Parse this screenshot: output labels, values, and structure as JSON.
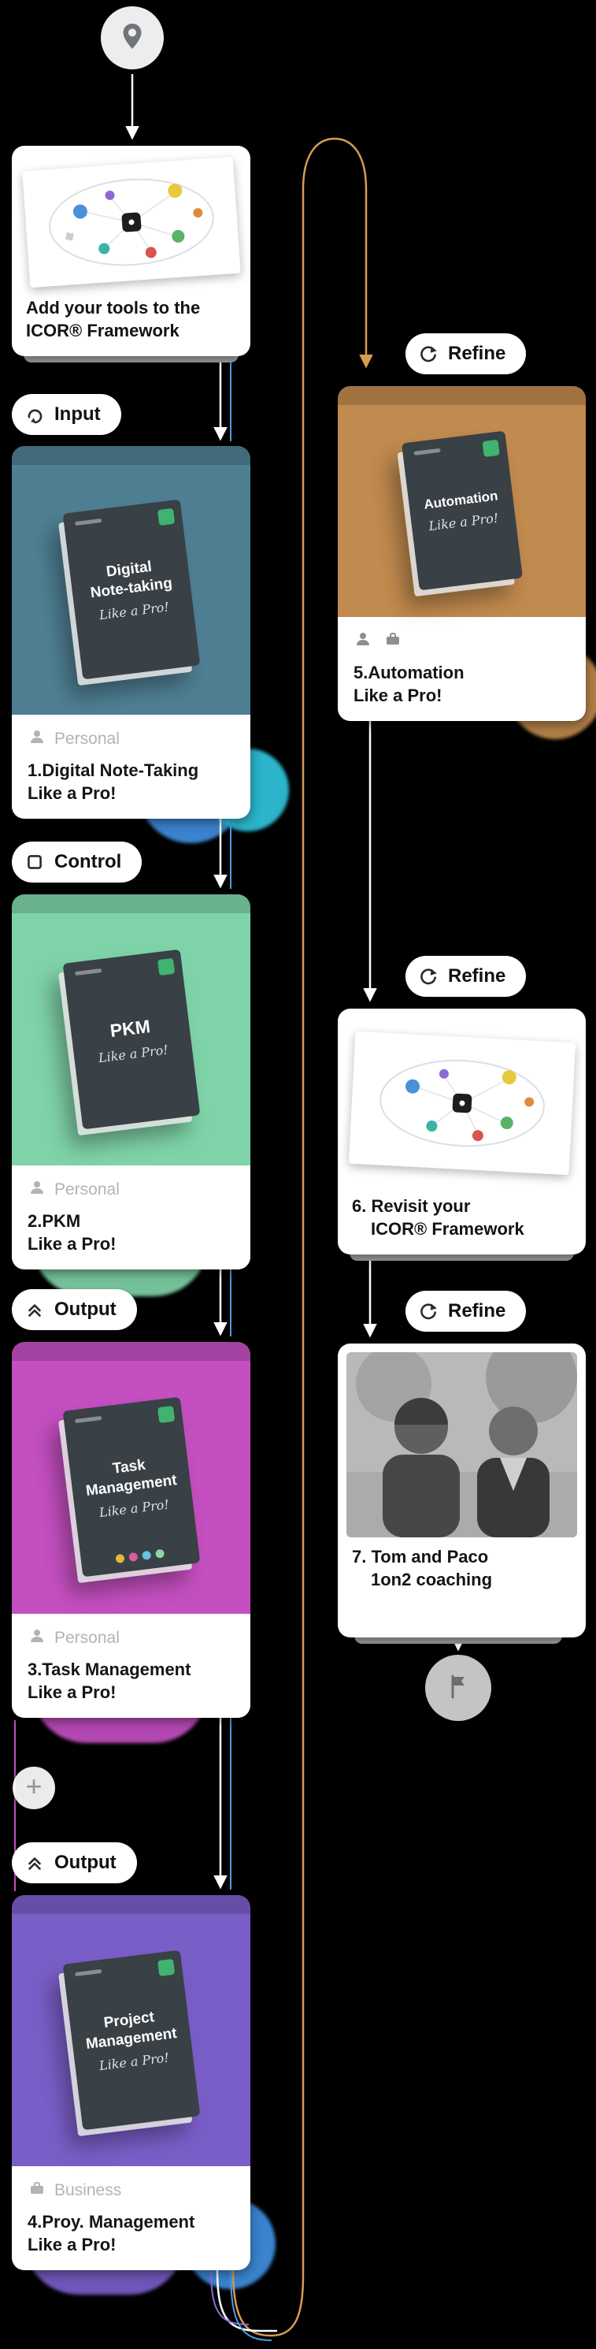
{
  "colors": {
    "background": "#000000",
    "flow_line": "#ffffff",
    "refine_loop_line": "#d99b52",
    "course1_accent": "#4e7f93",
    "course2_accent": "#7fd3a8",
    "course3_accent": "#c44fc0",
    "course4_accent": "#7a5ec8",
    "course5_accent": "#c18a4e"
  },
  "nodes": {
    "start": "location-pin",
    "end": "flag",
    "add": "plus"
  },
  "badges": {
    "input": {
      "label": "Input",
      "icon": "input-curved-arrow-icon"
    },
    "control": {
      "label": "Control",
      "icon": "control-square-icon"
    },
    "output_1": {
      "label": "Output",
      "icon": "output-chevrons-up-icon"
    },
    "output_2": {
      "label": "Output",
      "icon": "output-chevrons-up-icon"
    },
    "refine_1": {
      "label": "Refine",
      "icon": "refine-refresh-icon"
    },
    "refine_2": {
      "label": "Refine",
      "icon": "refine-refresh-icon"
    },
    "refine_3": {
      "label": "Refine",
      "icon": "refine-refresh-icon"
    }
  },
  "cards": {
    "intro": {
      "title_line1": "Add your tools to the",
      "title_line2": "ICOR® Framework"
    },
    "course1": {
      "book_line1": "Digital",
      "book_line2": "Note-taking",
      "book_script": "Like a Pro!",
      "audience": "Personal",
      "title_line1": "1.Digital Note-Taking",
      "title_line2": "Like a Pro!"
    },
    "course2": {
      "book_line1": "PKM",
      "book_line2": "",
      "book_script": "Like a Pro!",
      "audience": "Personal",
      "title_line1": "2.PKM",
      "title_line2": "Like a Pro!"
    },
    "course3": {
      "book_line1": "Task",
      "book_line2": "Management",
      "book_script": "Like a Pro!",
      "audience": "Personal",
      "title_line1": "3.Task Management",
      "title_line2": "Like a Pro!"
    },
    "course4": {
      "book_line1": "Project",
      "book_line2": "Management",
      "book_script": "Like a Pro!",
      "audience": "Business",
      "title_line1": "4.Proy. Management",
      "title_line2": "Like a Pro!"
    },
    "course5": {
      "book_line1": "Automation",
      "book_line2": "",
      "book_script": "Like a Pro!",
      "title_line1": "5.Automation",
      "title_line2": "Like a Pro!"
    },
    "revisit": {
      "title_line1": "6. Revisit your",
      "title_line2": "ICOR® Framework"
    },
    "coaching": {
      "title_line1": "7. Tom and Paco",
      "title_line2": "1on2 coaching"
    }
  }
}
